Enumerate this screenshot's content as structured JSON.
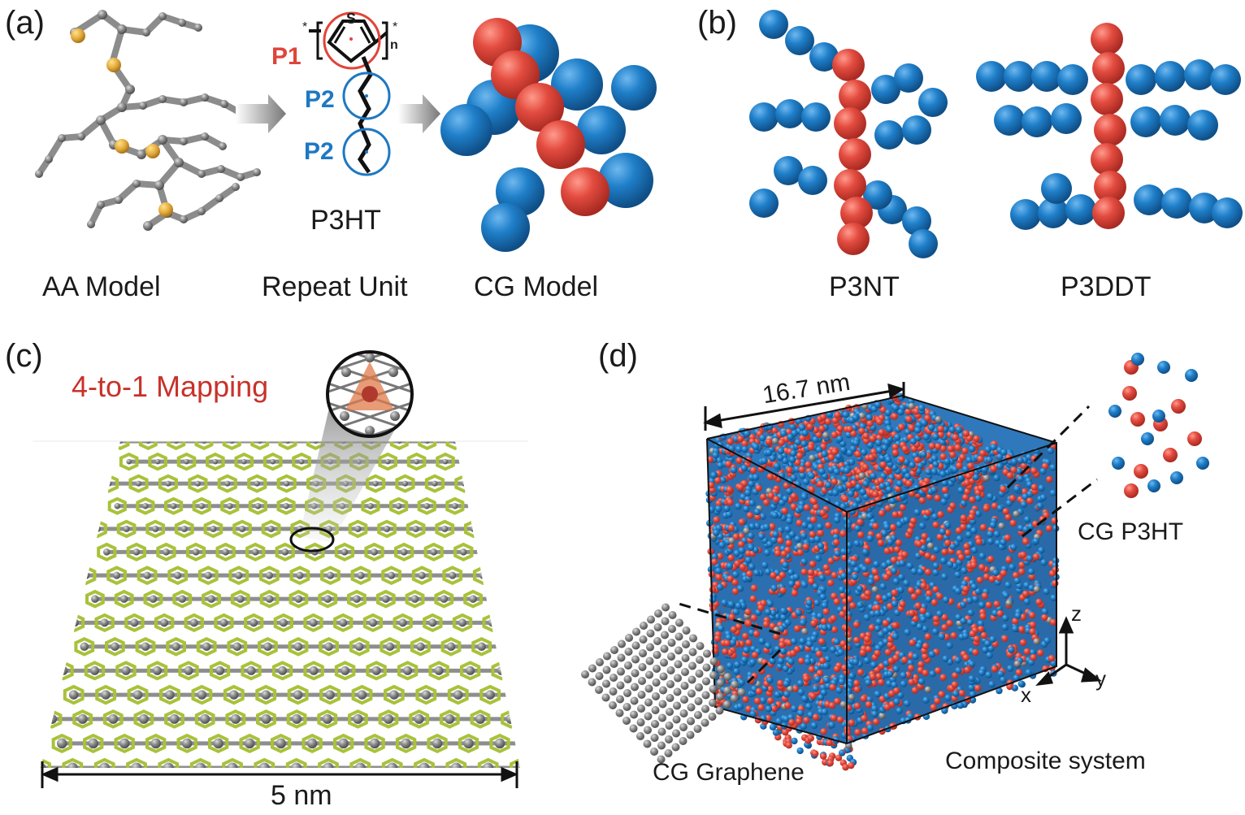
{
  "panels": {
    "a": {
      "label": "(a)",
      "aa_caption": "AA Model",
      "repeat_caption": "Repeat Unit",
      "cg_caption": "CG Model",
      "polymer_name": "P3HT",
      "bead_p1": "P1",
      "bead_p2_first": "P2",
      "bead_p2_second": "P2",
      "sulfur": "S",
      "repeat_n": "n",
      "end_star_left": "*",
      "end_star_right": "*"
    },
    "b": {
      "label": "(b)",
      "left_caption": "P3NT",
      "right_caption": "P3DDT"
    },
    "c": {
      "label": "(c)",
      "mapping": "4-to-1 Mapping",
      "scale": "5 nm"
    },
    "d": {
      "label": "(d)",
      "box_size": "16.7 nm",
      "inset_top": "CG P3HT",
      "inset_bottom": "CG Graphene",
      "system": "Composite system",
      "axis_x": "x",
      "axis_y": "y",
      "axis_z": "z"
    }
  },
  "colors": {
    "backbone_bead": "#e34b3f",
    "sidechain_bead": "#1f7fc9",
    "graphene_bead": "#8a8a8a",
    "graphene_hex": "#a8c23a",
    "mapping_text": "#c8322a"
  }
}
